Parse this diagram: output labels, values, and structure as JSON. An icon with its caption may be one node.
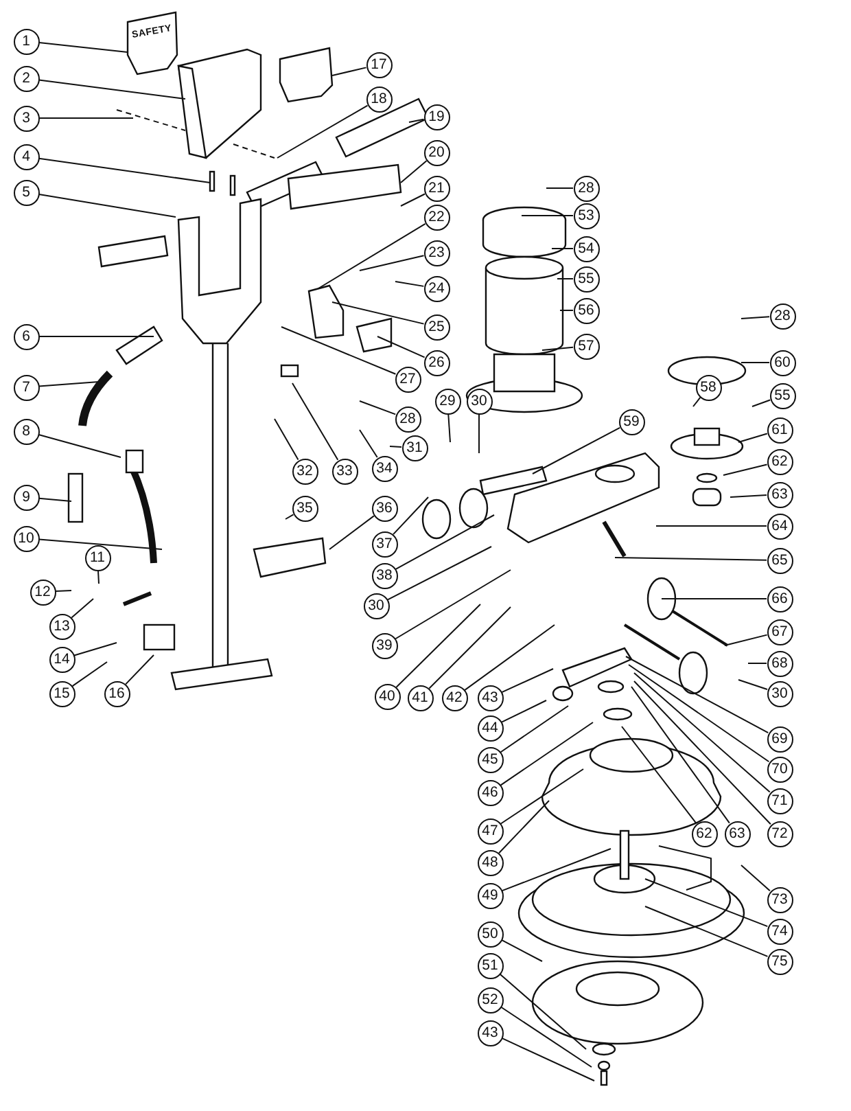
{
  "diagram": {
    "nodes": [
      {
        "text": [
          "1"
        ]
      },
      {
        "text": [
          "2"
        ]
      },
      {
        "text": [
          "3"
        ]
      },
      {
        "text": [
          "4"
        ]
      },
      {
        "text": [
          "5"
        ]
      },
      {
        "text": [
          "6"
        ]
      },
      {
        "text": [
          "7"
        ]
      },
      {
        "text": [
          "8"
        ]
      },
      {
        "text": [
          "9"
        ]
      },
      {
        "text": [
          "10"
        ]
      },
      {
        "text": [
          "11"
        ]
      },
      {
        "text": [
          "12"
        ]
      },
      {
        "text": [
          "13"
        ]
      },
      {
        "text": [
          "14"
        ]
      },
      {
        "text": [
          "15"
        ]
      },
      {
        "text": [
          "16"
        ]
      },
      {
        "text": [
          "17"
        ]
      },
      {
        "text": [
          "18"
        ]
      },
      {
        "text": [
          "19"
        ]
      },
      {
        "text": [
          "20"
        ]
      },
      {
        "text": [
          "21"
        ]
      },
      {
        "text": [
          "22"
        ]
      },
      {
        "text": [
          "23"
        ]
      },
      {
        "text": [
          "24"
        ]
      },
      {
        "text": [
          "25"
        ]
      },
      {
        "text": [
          "26"
        ]
      },
      {
        "text": [
          "27"
        ]
      },
      {
        "text": [
          "28"
        ]
      },
      {
        "text": [
          "29"
        ]
      },
      {
        "text": [
          "30"
        ]
      },
      {
        "text": [
          "31"
        ]
      },
      {
        "text": [
          "32"
        ]
      },
      {
        "text": [
          "33"
        ]
      },
      {
        "text": [
          "34"
        ]
      },
      {
        "text": [
          "35"
        ]
      },
      {
        "text": [
          "36"
        ]
      },
      {
        "text": [
          "37"
        ]
      },
      {
        "text": [
          "38"
        ]
      },
      {
        "text": [
          "30"
        ]
      },
      {
        "text": [
          "39"
        ]
      },
      {
        "text": [
          "40"
        ]
      },
      {
        "text": [
          "41"
        ]
      },
      {
        "text": [
          "42"
        ]
      },
      {
        "text": [
          "43"
        ]
      },
      {
        "text": [
          "28"
        ]
      },
      {
        "text": [
          "53"
        ]
      },
      {
        "text": [
          "54"
        ]
      },
      {
        "text": [
          "55"
        ]
      },
      {
        "text": [
          "56"
        ]
      },
      {
        "text": [
          "57"
        ]
      },
      {
        "text": [
          "28"
        ]
      },
      {
        "text": [
          "60"
        ]
      },
      {
        "text": [
          "58"
        ]
      },
      {
        "text": [
          "55"
        ]
      },
      {
        "text": [
          "59"
        ]
      },
      {
        "text": [
          "61"
        ]
      },
      {
        "text": [
          "62"
        ]
      },
      {
        "text": [
          "63"
        ]
      },
      {
        "text": [
          "64"
        ]
      },
      {
        "text": [
          "65"
        ]
      },
      {
        "text": [
          "66"
        ]
      },
      {
        "text": [
          "67"
        ]
      },
      {
        "text": [
          "68"
        ]
      },
      {
        "text": [
          "30"
        ]
      },
      {
        "text": [
          "69"
        ]
      },
      {
        "text": [
          "70"
        ]
      },
      {
        "text": [
          "71"
        ]
      },
      {
        "text": [
          "72"
        ]
      },
      {
        "text": [
          "62"
        ]
      },
      {
        "text": [
          "63"
        ]
      },
      {
        "text": [
          "44"
        ]
      },
      {
        "text": [
          "45"
        ]
      },
      {
        "text": [
          "46"
        ]
      },
      {
        "text": [
          "47"
        ]
      },
      {
        "text": [
          "48"
        ]
      },
      {
        "text": [
          "49"
        ]
      },
      {
        "text": [
          "73"
        ]
      },
      {
        "text": [
          "74"
        ]
      },
      {
        "text": [
          "75"
        ]
      },
      {
        "text": [
          "50"
        ]
      },
      {
        "text": [
          "51"
        ]
      },
      {
        "text": [
          "52"
        ]
      },
      {
        "text": [
          "43"
        ]
      },
      {
        "text": [
          "SAFETY"
        ]
      }
    ],
    "edges": [
      {
        "from": 0,
        "to": 83,
        "arrow": "none"
      },
      {
        "from": 1,
        "to": null,
        "arrow": "none"
      },
      {
        "from": 2,
        "to": null,
        "arrow": "none"
      },
      {
        "from": 3,
        "to": null,
        "arrow": "none"
      },
      {
        "from": 4,
        "to": null,
        "arrow": "none"
      },
      {
        "from": 5,
        "to": null,
        "arrow": "none"
      },
      {
        "from": 6,
        "to": null,
        "arrow": "none"
      },
      {
        "from": 7,
        "to": null,
        "arrow": "none"
      },
      {
        "from": 8,
        "to": null,
        "arrow": "none"
      },
      {
        "from": 9,
        "to": null,
        "arrow": "none"
      },
      {
        "from": 10,
        "to": null,
        "arrow": "none"
      },
      {
        "from": 11,
        "to": null,
        "arrow": "none"
      },
      {
        "from": 12,
        "to": null,
        "arrow": "none"
      },
      {
        "from": 13,
        "to": null,
        "arrow": "none"
      },
      {
        "from": 14,
        "to": null,
        "arrow": "none"
      },
      {
        "from": 15,
        "to": null,
        "arrow": "none"
      },
      {
        "from": 16,
        "to": null,
        "arrow": "none"
      },
      {
        "from": 17,
        "to": null,
        "arrow": "none"
      },
      {
        "from": 18,
        "to": null,
        "arrow": "none"
      },
      {
        "from": 19,
        "to": null,
        "arrow": "none"
      },
      {
        "from": 20,
        "to": null,
        "arrow": "none"
      },
      {
        "from": 21,
        "to": null,
        "arrow": "none"
      },
      {
        "from": 22,
        "to": null,
        "arrow": "none"
      },
      {
        "from": 23,
        "to": null,
        "arrow": "none"
      },
      {
        "from": 24,
        "to": null,
        "arrow": "none"
      },
      {
        "from": 25,
        "to": null,
        "arrow": "none"
      },
      {
        "from": 26,
        "to": null,
        "arrow": "none"
      },
      {
        "from": 27,
        "to": null,
        "arrow": "none"
      },
      {
        "from": 28,
        "to": null,
        "arrow": "none"
      },
      {
        "from": 29,
        "to": null,
        "arrow": "none"
      },
      {
        "from": 30,
        "to": null,
        "arrow": "none"
      },
      {
        "from": 31,
        "to": null,
        "arrow": "none"
      },
      {
        "from": 32,
        "to": null,
        "arrow": "none"
      },
      {
        "from": 33,
        "to": null,
        "arrow": "none"
      },
      {
        "from": 34,
        "to": null,
        "arrow": "none"
      },
      {
        "from": 35,
        "to": null,
        "arrow": "none"
      },
      {
        "from": 36,
        "to": null,
        "arrow": "none"
      },
      {
        "from": 37,
        "to": null,
        "arrow": "none"
      },
      {
        "from": 38,
        "to": null,
        "arrow": "none"
      },
      {
        "from": 39,
        "to": null,
        "arrow": "none"
      },
      {
        "from": 40,
        "to": null,
        "arrow": "none"
      },
      {
        "from": 41,
        "to": null,
        "arrow": "none"
      },
      {
        "from": 42,
        "to": null,
        "arrow": "none"
      },
      {
        "from": 43,
        "to": null,
        "arrow": "none"
      },
      {
        "from": 44,
        "to": null,
        "arrow": "none"
      },
      {
        "from": 45,
        "to": null,
        "arrow": "none"
      },
      {
        "from": 46,
        "to": null,
        "arrow": "none"
      },
      {
        "from": 47,
        "to": null,
        "arrow": "none"
      },
      {
        "from": 48,
        "to": null,
        "arrow": "none"
      },
      {
        "from": 49,
        "to": null,
        "arrow": "none"
      },
      {
        "from": 50,
        "to": null,
        "arrow": "none"
      },
      {
        "from": 51,
        "to": null,
        "arrow": "none"
      },
      {
        "from": 52,
        "to": null,
        "arrow": "none"
      },
      {
        "from": 53,
        "to": null,
        "arrow": "none"
      },
      {
        "from": 54,
        "to": null,
        "arrow": "none"
      },
      {
        "from": 55,
        "to": null,
        "arrow": "none"
      },
      {
        "from": 56,
        "to": null,
        "arrow": "none"
      },
      {
        "from": 57,
        "to": null,
        "arrow": "none"
      },
      {
        "from": 58,
        "to": null,
        "arrow": "none"
      },
      {
        "from": 59,
        "to": null,
        "arrow": "none"
      },
      {
        "from": 60,
        "to": null,
        "arrow": "none"
      },
      {
        "from": 61,
        "to": null,
        "arrow": "none"
      },
      {
        "from": 62,
        "to": null,
        "arrow": "none"
      },
      {
        "from": 63,
        "to": null,
        "arrow": "none"
      },
      {
        "from": 64,
        "to": null,
        "arrow": "none"
      },
      {
        "from": 65,
        "to": null,
        "arrow": "none"
      },
      {
        "from": 66,
        "to": null,
        "arrow": "none"
      },
      {
        "from": 67,
        "to": null,
        "arrow": "none"
      },
      {
        "from": 68,
        "to": null,
        "arrow": "none"
      },
      {
        "from": 69,
        "to": null,
        "arrow": "none"
      },
      {
        "from": 70,
        "to": null,
        "arrow": "none"
      },
      {
        "from": 71,
        "to": null,
        "arrow": "none"
      },
      {
        "from": 72,
        "to": null,
        "arrow": "none"
      },
      {
        "from": 73,
        "to": null,
        "arrow": "none"
      },
      {
        "from": 74,
        "to": null,
        "arrow": "none"
      },
      {
        "from": 75,
        "to": null,
        "arrow": "none"
      },
      {
        "from": 76,
        "to": null,
        "arrow": "none"
      },
      {
        "from": 77,
        "to": null,
        "arrow": "none"
      },
      {
        "from": 78,
        "to": null,
        "arrow": "none"
      },
      {
        "from": 79,
        "to": null,
        "arrow": "none"
      },
      {
        "from": 80,
        "to": null,
        "arrow": "none"
      },
      {
        "from": 81,
        "to": null,
        "arrow": "none"
      },
      {
        "from": 82,
        "to": null,
        "arrow": "none"
      }
    ]
  }
}
